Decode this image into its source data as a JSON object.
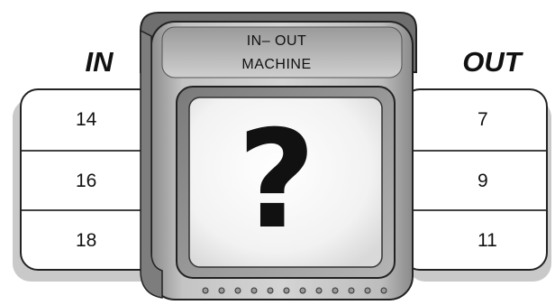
{
  "in_table": {
    "header": "IN",
    "values": [
      "14",
      "16",
      "18"
    ]
  },
  "out_table": {
    "header": "OUT",
    "values": [
      "7",
      "9",
      "11"
    ]
  },
  "machine": {
    "label_line1": "IN– OUT",
    "label_line2": "MACHINE",
    "symbol": "?"
  }
}
